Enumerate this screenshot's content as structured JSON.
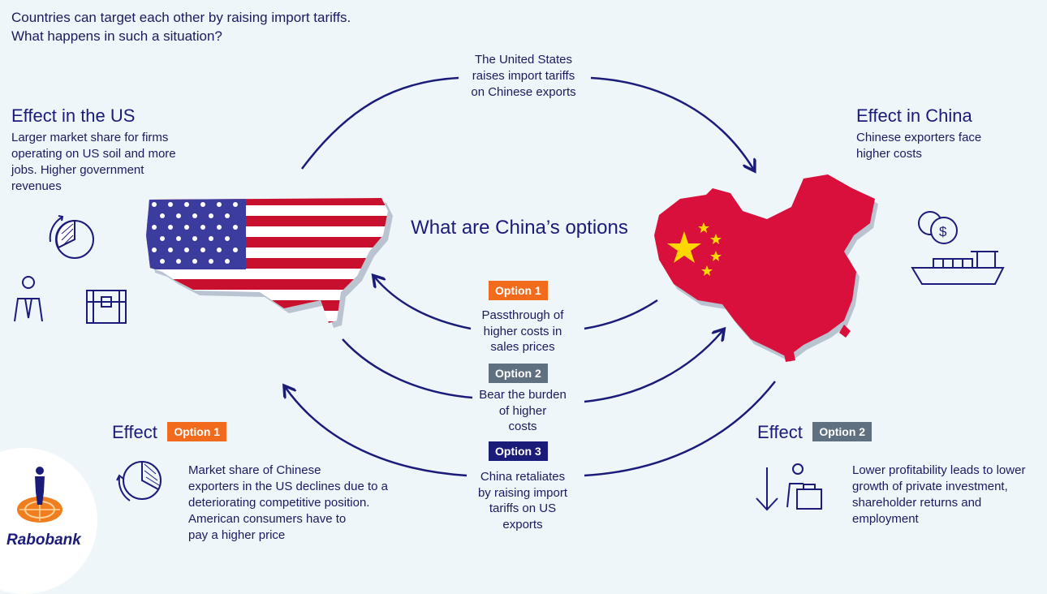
{
  "intro": {
    "line1": "Countries can target each other by raising import tariffs.",
    "line2": "What happens in such a situation?"
  },
  "top_center": {
    "line1": "The United States",
    "line2": "raises import tariffs",
    "line3": "on Chinese exports"
  },
  "us_effect": {
    "title": "Effect in the US",
    "lines": [
      "Larger market share for firms",
      "operating on US soil and more",
      "jobs. Higher government",
      "revenues"
    ]
  },
  "china_effect": {
    "title": "Effect in China",
    "lines": [
      "Chinese exporters face",
      "higher costs"
    ]
  },
  "options_title": "What are China’s options",
  "options": [
    {
      "badge": "Option 1",
      "lines": [
        "Passthrough of",
        "higher costs in",
        "sales prices"
      ]
    },
    {
      "badge": "Option 2",
      "lines": [
        "Bear the burden",
        "of higher",
        "costs"
      ]
    },
    {
      "badge": "Option 3",
      "lines": [
        "China retaliates",
        "by raising import",
        "tariffs on US",
        "exports"
      ]
    }
  ],
  "effect_option1": {
    "label": "Effect",
    "badge": "Option 1",
    "lines": [
      "Market share of Chinese",
      "exporters in the US declines due to a",
      "deteriorating competitive position.",
      "American consumers have to",
      "pay a higher price"
    ]
  },
  "effect_option2": {
    "label": "Effect",
    "badge": "Option 2",
    "lines": [
      "Lower profitability leads to lower",
      "growth of private investment,",
      "shareholder returns and",
      "employment"
    ]
  },
  "logo": {
    "name": "Rabobank"
  },
  "colors": {
    "navy": "#1b1b7a",
    "orange": "#f26a1b",
    "slate": "#5f7080",
    "china_red": "#d90f3c",
    "china_star": "#ffd700",
    "us_red": "#c8102e",
    "us_blue": "#3c3b9e"
  }
}
